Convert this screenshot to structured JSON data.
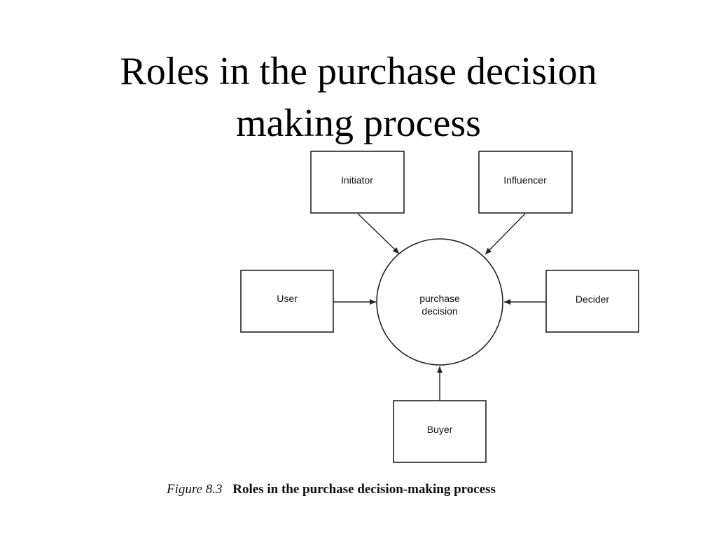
{
  "title": {
    "line1": "Roles in the purchase decision",
    "line2": "making process"
  },
  "diagram": {
    "center": {
      "line1": "purchase",
      "line2": "decision"
    },
    "roles": {
      "initiator": "Initiator",
      "influencer": "Influencer",
      "user": "User",
      "decider": "Decider",
      "buyer": "Buyer"
    }
  },
  "caption": {
    "number": "Figure 8.3",
    "text": "Roles in the purchase decision-making process"
  }
}
